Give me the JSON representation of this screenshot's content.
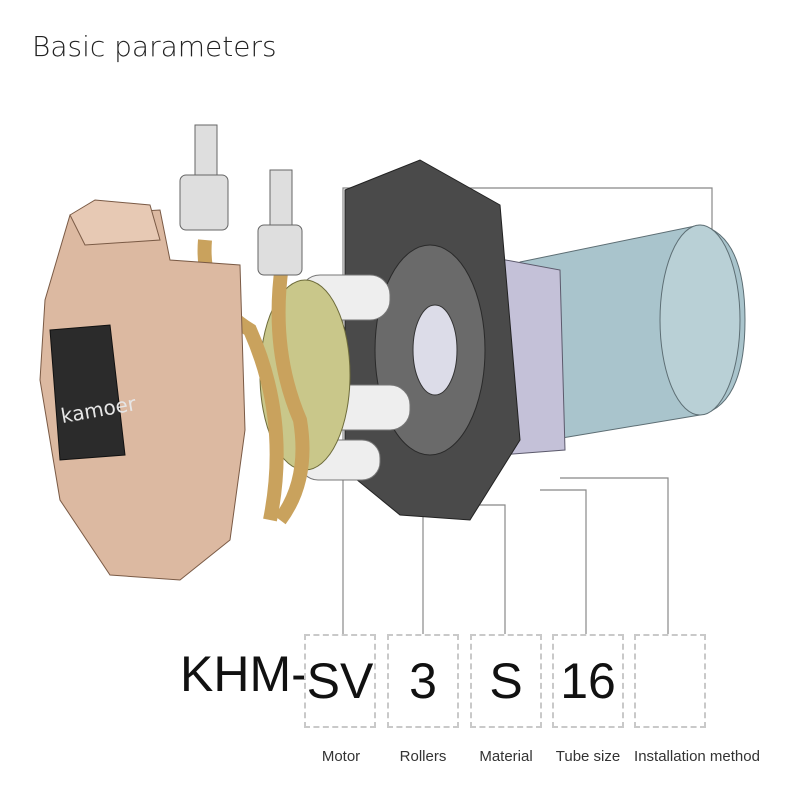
{
  "title": "Basic parameters",
  "brand": "kamoer",
  "model": {
    "prefix": "KHM-",
    "parts": [
      {
        "value": "SV",
        "label": "Motor"
      },
      {
        "value": "3",
        "label": "Rollers"
      },
      {
        "value": "S",
        "label": "Material"
      },
      {
        "value": "16",
        "label": "Tube size"
      },
      {
        "value": "",
        "label": "Installation method"
      }
    ]
  }
}
